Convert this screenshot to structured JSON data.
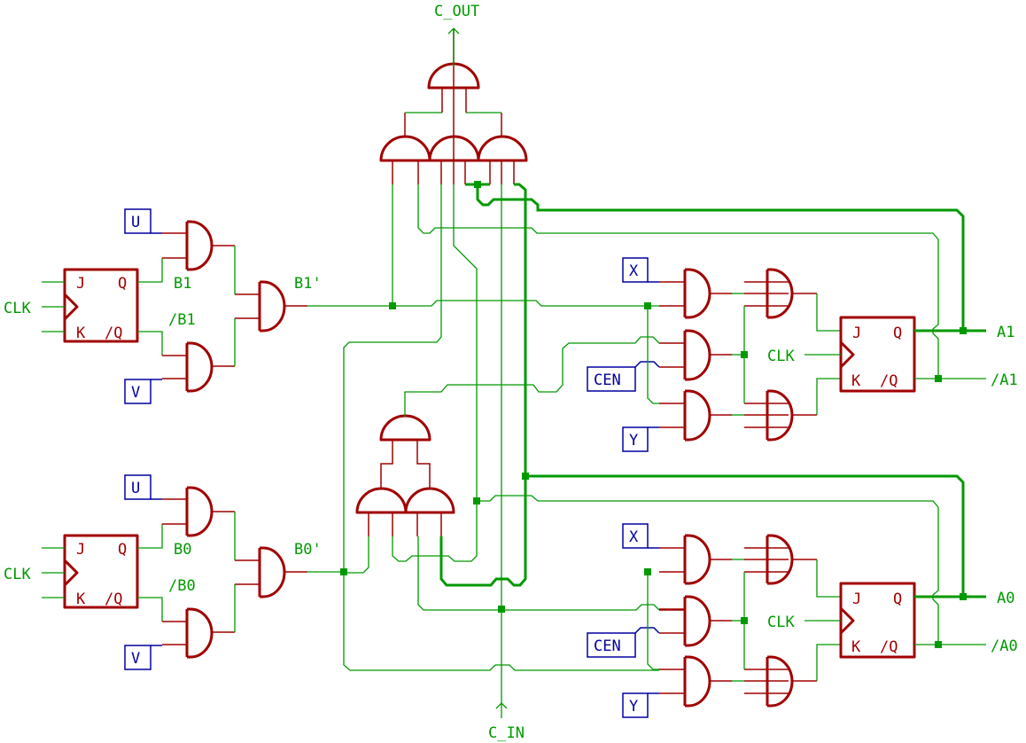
{
  "colors": {
    "gate": "#a00000",
    "wire": "#009900",
    "port_box": "#0000a0",
    "background": "#ffffff"
  },
  "carry": {
    "out": "C_OUT",
    "in": "C_IN"
  },
  "stage_b1": {
    "clk": "CLK",
    "j": "J",
    "k": "K",
    "q": "Q",
    "nq": "/Q",
    "u": "U",
    "v": "V",
    "b": "B1",
    "nb": "/B1",
    "bprime": "B1'"
  },
  "stage_b0": {
    "clk": "CLK",
    "j": "J",
    "k": "K",
    "q": "Q",
    "nq": "/Q",
    "u": "U",
    "v": "V",
    "b": "B0",
    "nb": "/B0",
    "bprime": "B0'"
  },
  "stage_a1": {
    "x": "X",
    "cen": "CEN",
    "y": "Y",
    "clk": "CLK",
    "j": "J",
    "k": "K",
    "q": "Q",
    "nq": "/Q",
    "out": "A1",
    "nout": "/A1"
  },
  "stage_a0": {
    "x": "X",
    "cen": "CEN",
    "y": "Y",
    "clk": "CLK",
    "j": "J",
    "k": "K",
    "q": "Q",
    "nq": "/Q",
    "out": "A0",
    "nout": "/A0"
  }
}
